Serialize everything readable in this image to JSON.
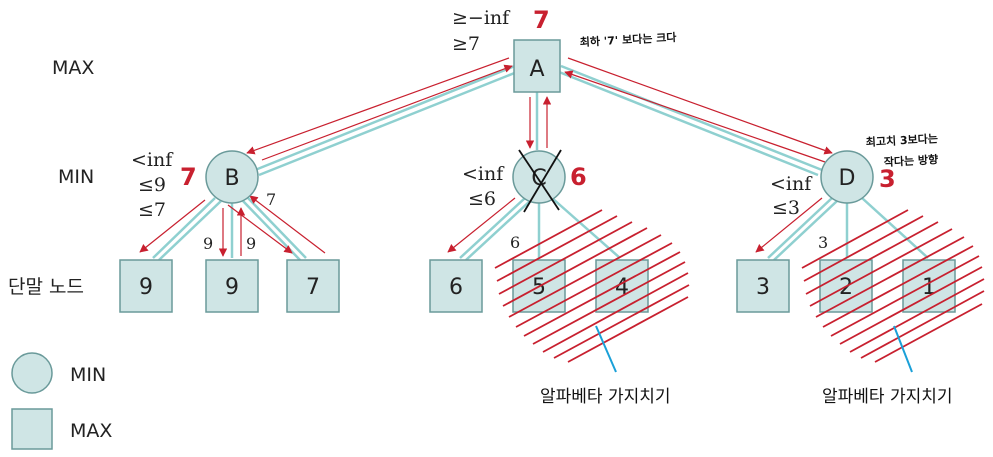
{
  "levels": {
    "max": "MAX",
    "min": "MIN",
    "leaf": "단말 노드"
  },
  "legend": {
    "min": "MIN",
    "max": "MAX"
  },
  "nodes": {
    "A": {
      "label": "A",
      "final": "7",
      "bound1": "≥−inf",
      "bound2": "≥7",
      "note": "최하 '7' 보다는 크다"
    },
    "B": {
      "label": "B",
      "final": "7",
      "bound1": "<inf",
      "bound2": "≤9",
      "bound3": "≤7"
    },
    "C": {
      "label": "C",
      "final": "6",
      "bound1": "<inf",
      "bound2": "≤6"
    },
    "D": {
      "label": "D",
      "final": "3",
      "bound1": "<inf",
      "bound2": "≤3",
      "note1": "최고치 3보다는",
      "note2": "작다는 방향"
    }
  },
  "leaves": [
    "9",
    "9",
    "7",
    "6",
    "5",
    "4",
    "3",
    "2",
    "1"
  ],
  "edge_values": {
    "b1": "9",
    "b2": "9",
    "b3": "7",
    "c1": "6",
    "d1": "3"
  },
  "prune_labels": [
    "알파베타 가지치기",
    "알파베타 가지치기"
  ],
  "colors": {
    "node_fill": "#cfe5e5",
    "node_stroke": "#6a9a9a",
    "edge": "#8fd0d0",
    "arrow": "#c8202f",
    "prune_hatch": "#c8202f",
    "pointer": "#1aa0d8"
  }
}
